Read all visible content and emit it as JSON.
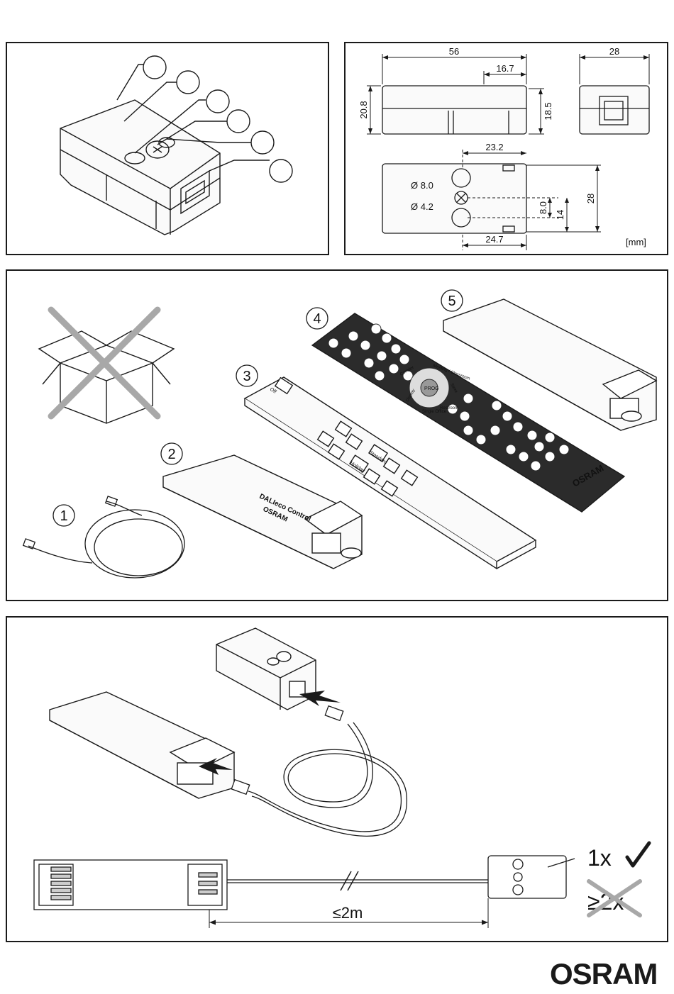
{
  "brand": "OSRAM",
  "dimensions": {
    "top_length": "56",
    "top_offset": "16.7",
    "left_height": "20.8",
    "right_height": "18.5",
    "side_width": "28",
    "bottom_offset": "23.2",
    "dia_large": "Ø 8.0",
    "dia_small": "Ø 4.2",
    "v_8": "8.0",
    "v_14": "14",
    "v_28": "28",
    "bottom_length": "24.7",
    "unit": "[mm]"
  },
  "contents": {
    "item1": "1",
    "item2": "2",
    "item3": "3",
    "item4": "4",
    "item5": "5",
    "controller_label": "DALIeco Control",
    "controller_brand": "OSRAM",
    "remote_brand": "OSRAM",
    "panel_btn_off": "Off",
    "panel_btn_holiday": "Holiday",
    "panel_btn_standard": "Standard",
    "remote_center": "PROG",
    "remote_corridor": "Corridor",
    "remote_meeting": "Meeting / Classroom",
    "remote_store": "Store",
    "remote_display": "Display",
    "remote_single": "Single Office",
    "remote_restroom": "Restroom"
  },
  "installation": {
    "max_distance": "≤2m",
    "allowed_count": "1x",
    "disallowed_count": "≥2x"
  },
  "colors": {
    "line": "#1a1a1a",
    "cross": "#a8a8a8",
    "remote_body": "#2b2b2b"
  }
}
